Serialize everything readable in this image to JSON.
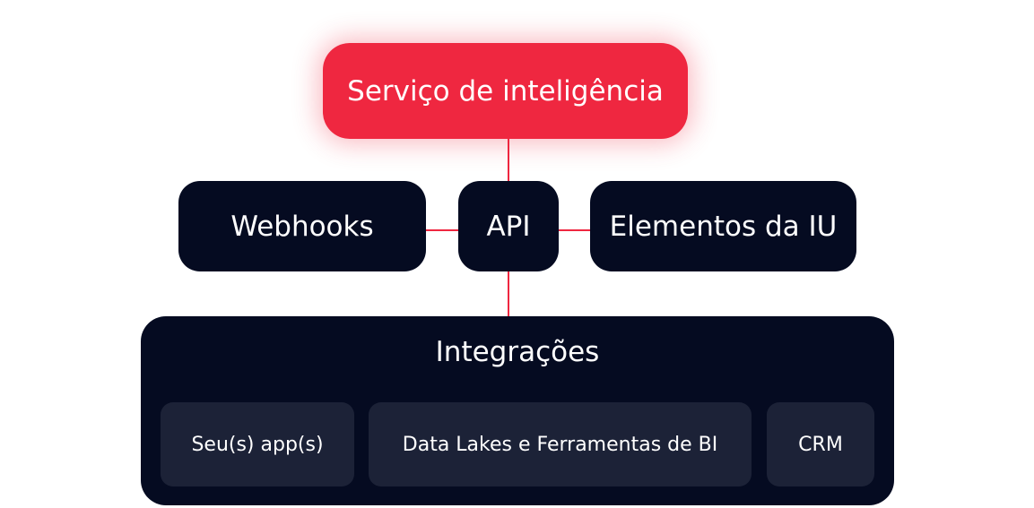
{
  "diagram": {
    "top_node": {
      "label": "Serviço de inteligência"
    },
    "middle_nodes": {
      "webhooks": "Webhooks",
      "api": "API",
      "ui_elements": "Elementos da IU"
    },
    "integrations": {
      "title": "Integrações",
      "items": [
        "Seu(s) app(s)",
        "Data Lakes e Ferramentas de BI",
        "CRM"
      ]
    }
  },
  "colors": {
    "accent": "#ef2740",
    "node_dark": "#050b21",
    "subnode": "#1c2237",
    "text": "#ffffff"
  }
}
